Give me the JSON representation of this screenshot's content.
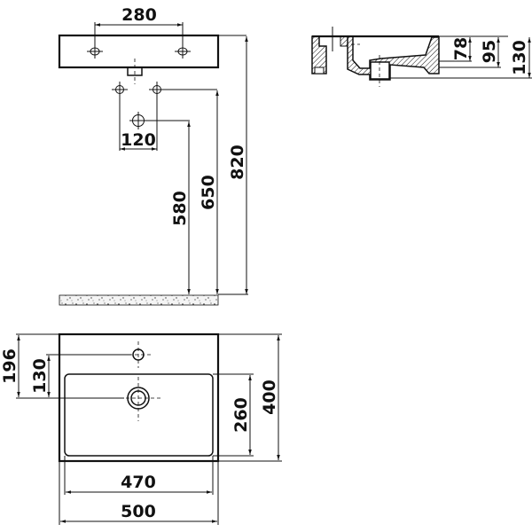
{
  "drawing": {
    "type": "technical-drawing",
    "subject": "washbasin dimensional drawing",
    "front_view": {
      "dimensions": {
        "tap_holes_spacing": "280",
        "supply_spacing": "120",
        "drain_height": "580",
        "supply_height": "650",
        "top_height": "820"
      }
    },
    "side_section": {
      "dimensions": {
        "bowl_depth": "78",
        "inner_height": "95",
        "total_height": "130"
      }
    },
    "top_view": {
      "dimensions": {
        "tap_hole_from_back": "196",
        "tap_to_drain": "130",
        "bowl_depth": "260",
        "total_depth": "400",
        "bowl_width": "470",
        "total_width": "500"
      }
    }
  }
}
